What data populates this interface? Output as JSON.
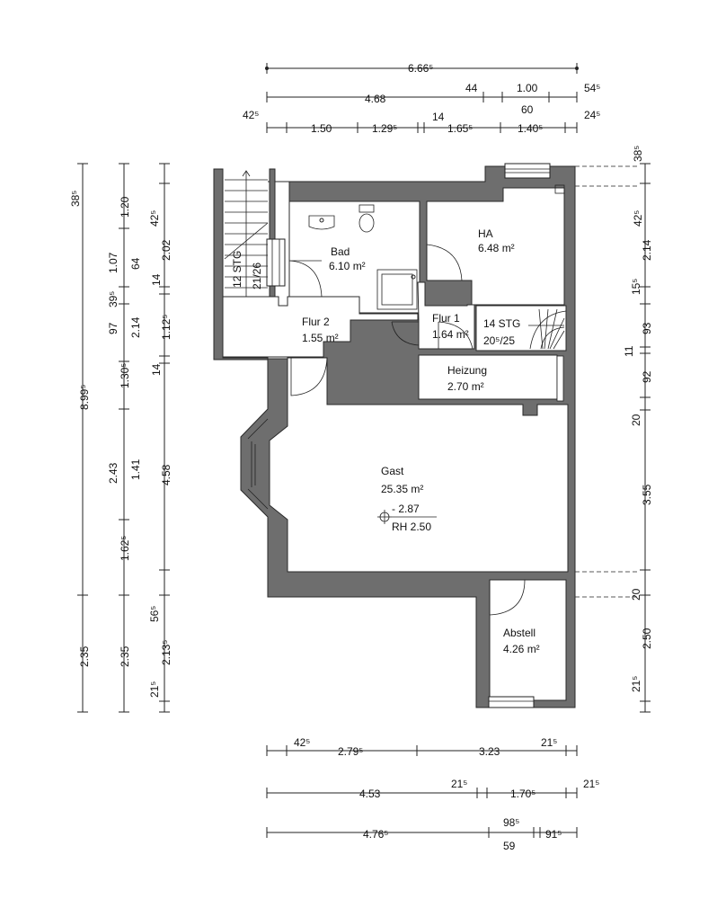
{
  "rooms": {
    "bad": {
      "name": "Bad",
      "area": "6.10 m²"
    },
    "ha": {
      "name": "HA",
      "area": "6.48 m²"
    },
    "flur2": {
      "name": "Flur 2",
      "area": "1.55 m²"
    },
    "flur1": {
      "name": "Flur 1",
      "area": "1.64 m²"
    },
    "heizung": {
      "name": "Heizung",
      "area": "2.70 m²"
    },
    "gast": {
      "name": "Gast",
      "area": "25.35 m²"
    },
    "abstell": {
      "name": "Abstell",
      "area": "4.26 m²"
    }
  },
  "stairs": {
    "left": {
      "steps": "12 STG",
      "ratio": "21/26"
    },
    "right": {
      "steps": "14 STG",
      "ratio": "20⁵/25"
    }
  },
  "level": {
    "elevation": "- 2.87",
    "room_height": "RH 2.50"
  },
  "dims": {
    "top1": {
      "total": "6.66⁵"
    },
    "top2": {
      "a": "4.68",
      "b": "44",
      "c": "1.00",
      "d": "60",
      "e": "54⁵"
    },
    "top3": {
      "a": "42⁵",
      "b": "1.50",
      "c": "1.29⁵",
      "d": "14",
      "e": "1.65⁵",
      "f": "1.40⁵",
      "g": "24⁵"
    },
    "left1": {
      "a": "38⁵",
      "b": "8.99⁵",
      "c": "2.35"
    },
    "left2": {
      "a": "1.20",
      "b": "1.07",
      "c": "64",
      "d": "39⁵",
      "e": "97",
      "f": "2.14",
      "g": "1.30⁵",
      "h": "2.43",
      "i": "1.41",
      "j": "1.62⁵",
      "k": "2.35"
    },
    "left3": {
      "a": "42⁵",
      "b": "2.02",
      "c": "14",
      "d": "1.12⁵",
      "e": "14",
      "f": "4.58",
      "g": "56⁵",
      "h": "2.13⁵",
      "i": "21⁵"
    },
    "right": {
      "a": "38⁵",
      "b": "42⁵",
      "c": "2.14",
      "d": "15⁵",
      "e": "93",
      "f": "11",
      "g": "92",
      "h": "20",
      "i": "3.55",
      "j": "20",
      "k": "2.50",
      "l": "21⁵"
    },
    "bot1": {
      "a": "42⁵",
      "b": "2.79⁵",
      "c": "3.23",
      "d": "21⁵"
    },
    "bot2": {
      "a": "4.53",
      "b": "21⁵",
      "c": "1.70⁵",
      "d": "21⁵"
    },
    "bot3": {
      "a": "4.76⁵",
      "b": "98⁵",
      "c": "59",
      "d": "91⁵"
    }
  }
}
